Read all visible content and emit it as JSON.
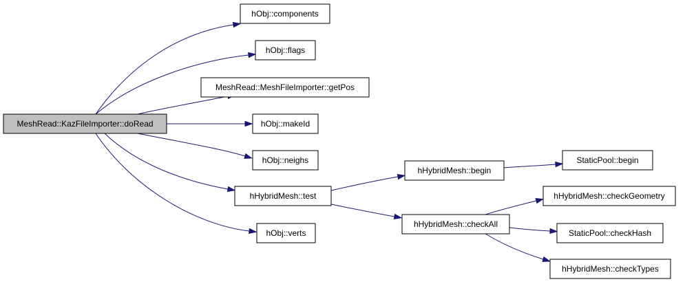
{
  "colors": {
    "edge": "#191970",
    "node_fill": "#ffffff",
    "root_fill": "#bfbfbf",
    "node_stroke": "#000000"
  },
  "nodes": [
    {
      "id": "doRead",
      "label": "MeshRead::KazFileImporter::doRead",
      "root": true
    },
    {
      "id": "components",
      "label": "hObj::components"
    },
    {
      "id": "flags",
      "label": "hObj::flags"
    },
    {
      "id": "getPos",
      "label": "MeshRead::MeshFileImporter::getPos"
    },
    {
      "id": "makeId",
      "label": "hObj::makeId"
    },
    {
      "id": "neighs",
      "label": "hObj::neighs"
    },
    {
      "id": "test",
      "label": "hHybridMesh::test"
    },
    {
      "id": "verts",
      "label": "hObj::verts"
    },
    {
      "id": "hmBegin",
      "label": "hHybridMesh::begin"
    },
    {
      "id": "checkAll",
      "label": "hHybridMesh::checkAll"
    },
    {
      "id": "spBegin",
      "label": "StaticPool::begin"
    },
    {
      "id": "checkGeometry",
      "label": "hHybridMesh::checkGeometry"
    },
    {
      "id": "checkHash",
      "label": "StaticPool::checkHash"
    },
    {
      "id": "checkTypes",
      "label": "hHybridMesh::checkTypes"
    }
  ],
  "edges": [
    {
      "from": "doRead",
      "to": "components"
    },
    {
      "from": "doRead",
      "to": "flags"
    },
    {
      "from": "doRead",
      "to": "getPos"
    },
    {
      "from": "doRead",
      "to": "makeId"
    },
    {
      "from": "doRead",
      "to": "neighs"
    },
    {
      "from": "doRead",
      "to": "test"
    },
    {
      "from": "doRead",
      "to": "verts"
    },
    {
      "from": "test",
      "to": "hmBegin"
    },
    {
      "from": "test",
      "to": "checkAll"
    },
    {
      "from": "hmBegin",
      "to": "spBegin"
    },
    {
      "from": "checkAll",
      "to": "checkGeometry"
    },
    {
      "from": "checkAll",
      "to": "checkHash"
    },
    {
      "from": "checkAll",
      "to": "checkTypes"
    }
  ]
}
